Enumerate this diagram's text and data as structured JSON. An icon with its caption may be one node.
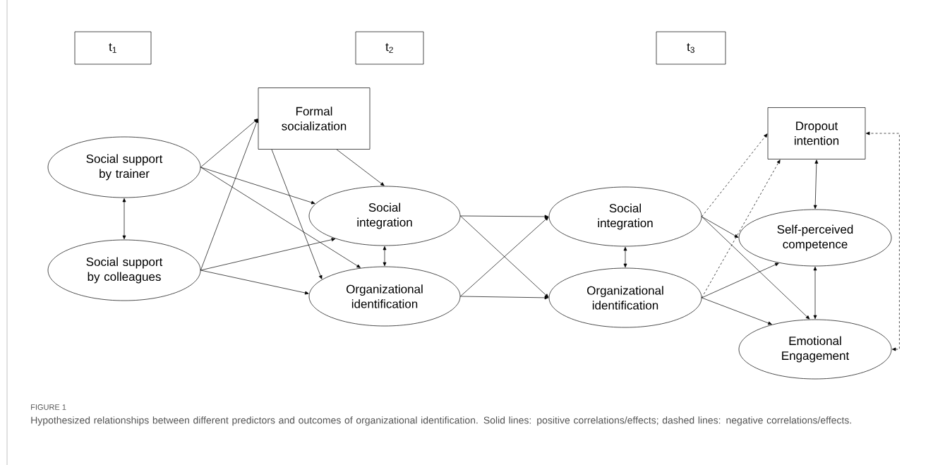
{
  "diagram": {
    "caption": "Hypothesized relationships between different predictors and outcomes of organizational identification. Solid lines: positive correlations/effects; dashed lines: negative correlations/effects.",
    "nodes": [
      {
        "text": [
          "t$_{1}$"
        ]
      },
      {
        "text": [
          "t$_{2}$"
        ]
      },
      {
        "text": [
          "t$_{3}$"
        ]
      },
      {
        "text": [
          "Social support by trainer"
        ]
      },
      {
        "text": [
          "Social support by colleagues"
        ]
      },
      {
        "text": [
          "Formal socialization"
        ]
      },
      {
        "text": [
          "Social integration"
        ]
      },
      {
        "text": [
          "Organizational identification"
        ]
      },
      {
        "text": [
          "Social integration"
        ]
      },
      {
        "text": [
          "Organizational identification"
        ]
      },
      {
        "text": [
          "Dropout intention"
        ]
      },
      {
        "text": [
          "Self-perceived competence"
        ]
      },
      {
        "text": [
          "Emotional Engagement"
        ]
      }
    ],
    "edges": [
      {
        "from": 3,
        "to": 4,
        "arrow": "both"
      },
      {
        "from": 3,
        "to": 5,
        "arrow": "to"
      },
      {
        "from": 3,
        "to": 6,
        "arrow": "to"
      },
      {
        "from": 3,
        "to": 7,
        "arrow": "to"
      },
      {
        "from": 4,
        "to": 5,
        "arrow": "to"
      },
      {
        "from": 4,
        "to": 6,
        "arrow": "to"
      },
      {
        "from": 4,
        "to": 7,
        "arrow": "to"
      },
      {
        "from": 5,
        "to": 6,
        "arrow": "to"
      },
      {
        "from": 5,
        "to": 7,
        "arrow": "to"
      },
      {
        "from": 6,
        "to": 7,
        "arrow": "both"
      },
      {
        "from": 6,
        "to": 8,
        "arrow": "to"
      },
      {
        "from": 6,
        "to": 9,
        "arrow": "to"
      },
      {
        "from": 7,
        "to": 8,
        "arrow": "to"
      },
      {
        "from": 7,
        "to": 9,
        "arrow": "to"
      },
      {
        "from": 8,
        "to": 9,
        "arrow": "both"
      },
      {
        "from": 8,
        "to": 10,
        "arrow": "to",
        "style": "dashed"
      },
      {
        "from": 9,
        "to": 10,
        "arrow": "to",
        "style": "dashed"
      },
      {
        "from": 8,
        "to": 11,
        "arrow": "to"
      },
      {
        "from": 8,
        "to": 12,
        "arrow": "to"
      },
      {
        "from": 9,
        "to": 11,
        "arrow": "to"
      },
      {
        "from": 9,
        "to": 12,
        "arrow": "to"
      },
      {
        "from": 10,
        "to": 11,
        "arrow": "both"
      },
      {
        "from": 11,
        "to": 12,
        "arrow": "both"
      },
      {
        "from": 12,
        "to": 10,
        "arrow": "both",
        "style": "dashed"
      }
    ],
    "labels": [
      "FIGURE 1"
    ]
  }
}
